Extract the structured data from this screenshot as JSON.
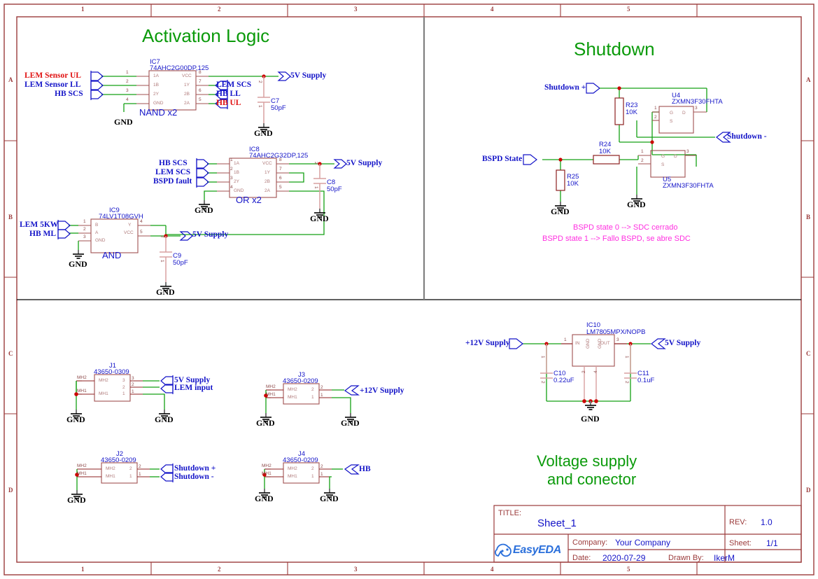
{
  "sheet": {
    "frame": {
      "columns_top": [
        "1",
        "2",
        "3",
        "4",
        "5"
      ],
      "columns_bottom": [
        "1",
        "2",
        "3",
        "4",
        "5"
      ],
      "rows_left": [
        "A",
        "B",
        "C",
        "D"
      ],
      "rows_right": [
        "A",
        "B",
        "C",
        "D"
      ]
    },
    "sections": {
      "activation_logic": "Activation Logic",
      "shutdown": "Shutdown",
      "voltage_supply_line1": "Voltage supply",
      "voltage_supply_line2": "and conector"
    },
    "notes": [
      "BSPD state 0 --> SDC cerrado",
      "BSPD state 1 --> Fallo BSPD, se abre SDC"
    ]
  },
  "components": {
    "IC7": {
      "designator": "IC7",
      "value": "74AHC2G00DP,125",
      "function": "NAND x2",
      "pins_left": [
        "1A",
        "1B",
        "2Y",
        "GND"
      ],
      "pins_right": [
        "VCC",
        "1Y",
        "2B",
        "2A"
      ],
      "nums_left": [
        "1",
        "2",
        "3",
        "4"
      ],
      "nums_right": [
        "8",
        "7",
        "6",
        "5"
      ]
    },
    "IC8": {
      "designator": "IC8",
      "value": "74AHC2G32DP,125",
      "function": "OR x2",
      "pins_left": [
        "1A",
        "1B",
        "2Y",
        "GND"
      ],
      "pins_right": [
        "VCC",
        "1Y",
        "2B",
        "2A"
      ],
      "nums_left": [
        "1",
        "2",
        "3",
        "4"
      ],
      "nums_right": [
        "8",
        "7",
        "6",
        "5"
      ]
    },
    "IC9": {
      "designator": "IC9",
      "value": "74LV1T08GVH",
      "function": "AND",
      "pins_left": [
        "B",
        "A",
        "GND"
      ],
      "pins_right": [
        "Y",
        "VCC"
      ],
      "nums_left": [
        "1",
        "2",
        "3"
      ],
      "nums_right": [
        "4",
        "5"
      ]
    },
    "IC10": {
      "designator": "IC10",
      "value": "LM7805MPX/NOPB",
      "pin_in": "IN",
      "pin_out": "OUT",
      "pin_gnd1": "GND",
      "pin_gnd2": "GND",
      "num_in": "1",
      "num_out": "3",
      "num_gnd1": "2",
      "num_gnd2": "4"
    },
    "U4": {
      "designator": "U4",
      "value": "ZXMN3F30FHTA",
      "pin_g": "G",
      "pin_d": "D",
      "pin_s": "S",
      "num1": "1",
      "num2": "2",
      "num3": "3"
    },
    "U5": {
      "designator": "U5",
      "value": "ZXMN3F30FHTA",
      "pin_g": "G",
      "pin_d": "D",
      "pin_s": "S",
      "num1": "1",
      "num2": "2",
      "num3": "3"
    },
    "C7": {
      "designator": "C7",
      "value": "50pF",
      "p1": "1",
      "p2": "2"
    },
    "C8": {
      "designator": "C8",
      "value": "50pF",
      "p1": "1",
      "p2": "2"
    },
    "C9": {
      "designator": "C9",
      "value": "50pF",
      "p1": "1",
      "p2": "2"
    },
    "C10": {
      "designator": "C10",
      "value": "0.22uF",
      "p1": "1",
      "p2": "2"
    },
    "C11": {
      "designator": "C11",
      "value": "0.1uF",
      "p1": "1",
      "p2": "2"
    },
    "R23": {
      "designator": "R23",
      "value": "10K"
    },
    "R24": {
      "designator": "R24",
      "value": "10K"
    },
    "R25": {
      "designator": "R25",
      "value": "10K"
    },
    "J1": {
      "designator": "J1",
      "value": "43650-0309",
      "pins": [
        "MH2",
        "MH1"
      ],
      "rows": [
        "MH2",
        "MH1"
      ],
      "nums": [
        "3",
        "2",
        "1"
      ],
      "ext_mh2": "MH2",
      "ext_mh1": "MH1"
    },
    "J2": {
      "designator": "J2",
      "value": "43650-0209",
      "rows": [
        "MH2",
        "MH1"
      ],
      "nums": [
        "2",
        "1"
      ],
      "ext_mh2": "MH2",
      "ext_mh1": "MH1"
    },
    "J3": {
      "designator": "J3",
      "value": "43650-0209",
      "rows": [
        "MH2",
        "MH1"
      ],
      "nums": [
        "2",
        "1"
      ],
      "ext_mh2": "MH2",
      "ext_mh1": "MH1"
    },
    "J4": {
      "designator": "J4",
      "value": "43650-0209",
      "rows": [
        "MH2",
        "MH1"
      ],
      "nums": [
        "2",
        "1"
      ],
      "ext_mh2": "MH2",
      "ext_mh1": "MH1"
    }
  },
  "nets": {
    "lem_sensor_ul": "LEM Sensor UL",
    "lem_sensor_ll": "LEM Sensor LL",
    "hb_scs": "HB SCS",
    "lem_scs": "LEM SCS",
    "hb_ll": "HB LL",
    "hb_ul": "HB UL",
    "bspd_fault": "BSPD fault",
    "lem_5kw": "LEM 5KW",
    "hb_ml": "HB ML",
    "supply_5v": "5V Supply",
    "supply_12v": "+12V Supply",
    "shutdown_plus": "Shutdown +",
    "shutdown_minus": "Shutdown -",
    "bspd_state": "BSPD State",
    "lem_input": "LEM input",
    "hb": "HB",
    "gnd": "GND"
  },
  "title_block": {
    "title_key": "TITLE:",
    "title_value": "Sheet_1",
    "rev_key": "REV:",
    "rev_value": "1.0",
    "company_key": "Company:",
    "company_value": "Your Company",
    "sheet_key": "Sheet:",
    "sheet_value": "1/1",
    "date_key": "Date:",
    "date_value": "2020-07-29",
    "drawn_key": "Drawn By:",
    "drawn_value": "IkerM",
    "brand": "EasyEDA"
  },
  "colors": {
    "frame": "#9b3b3b",
    "wire": "#14a014",
    "symbol": "#a05050",
    "net_blue": "#1414c8",
    "net_red": "#e01010",
    "section_green": "#0a9a0a",
    "note_magenta": "#ff30e0",
    "junction": "#cc0000"
  }
}
